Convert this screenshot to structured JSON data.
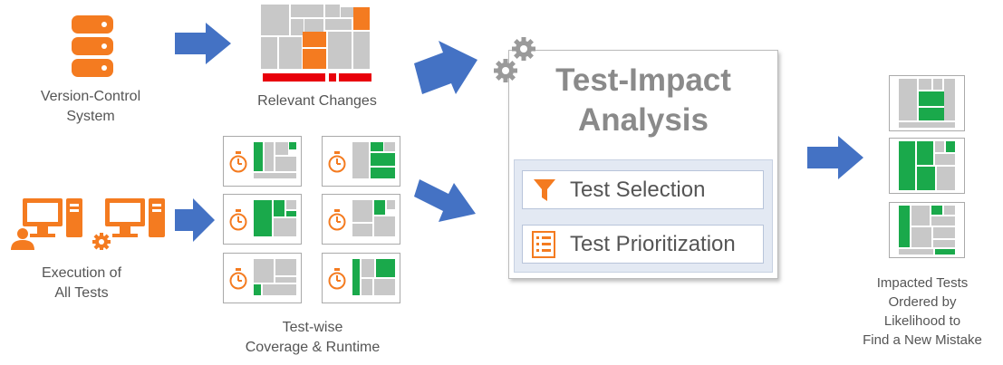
{
  "sources": {
    "vcs_label": "Version-Control\nSystem",
    "tests_label": "Execution of\nAll Tests"
  },
  "changes": {
    "label": "Relevant Changes"
  },
  "coverage": {
    "label": "Test-wise\nCoverage & Runtime"
  },
  "analysis": {
    "title": "Test-Impact\nAnalysis",
    "selection_label": "Test Selection",
    "prioritization_label": "Test Prioritization"
  },
  "output": {
    "label": "Impacted Tests\nOrdered by\nLikelihood to\nFind a New Mistake"
  },
  "colors": {
    "orange": "#f47b20",
    "blue": "#4472c4",
    "green": "#1aa94b",
    "gray": "#c8c8c8",
    "red": "#e8000b"
  }
}
